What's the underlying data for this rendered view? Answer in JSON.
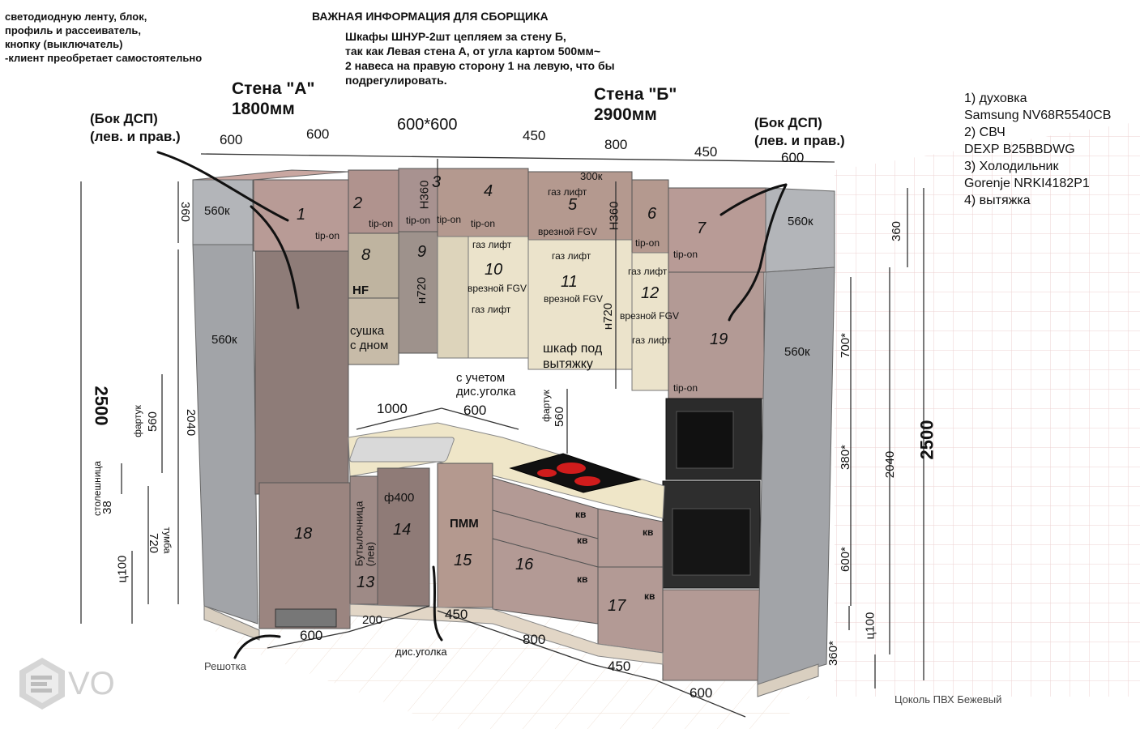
{
  "notes": {
    "left_block": "светодиодную ленту, блок,\nпрофиль и рассеиватель,\nкнопку (выключатель)\n-клиент преобретает самостоятельно",
    "header_title": "ВАЖНАЯ ИНФОРМАЦИЯ ДЛЯ СБОРЩИКА",
    "header_body": "Шкафы ШНУР-2шт цепляем за стену Б,\nтак как Левая стена А, от угла картом 500мм~\n2 навеса на правую сторону 1 на левую, что бы\nподрегулировать."
  },
  "walls": {
    "a": "Стена \"А\"\n1800мм",
    "b": "Стена \"Б\"\n2900мм"
  },
  "side_labels": {
    "left": "(Бок ДСП)\n(лев. и прав.)",
    "right": "(Бок ДСП)\n(лев. и прав.)"
  },
  "appliances": "1) духовка\nSamsung NV68R5540CB\n2) СВЧ\nDEXP B25BBDWG\n3) Холодильник\nGorenje NRKI4182P1\n4) вытяжка",
  "top_dims": {
    "d1": "600",
    "d2": "600",
    "d3": "600*600",
    "d4": "450",
    "d5": "800",
    "d6": "450",
    "d7": "600",
    "d8": "300к"
  },
  "left_dims": {
    "total": "2500",
    "h360": "360",
    "h2040": "2040",
    "apron_label": "фартук",
    "apron_val": "560",
    "counter_label": "столешница",
    "counter_val": "38",
    "base_label": "тумба",
    "base_val": "720",
    "plinth": "ц100"
  },
  "right_dims": {
    "total": "2500",
    "h360": "360",
    "h2040": "2040",
    "h700": "700*",
    "h380": "380*",
    "h600": "600*",
    "plinth": "ц100",
    "h360b": "360*"
  },
  "upper_dims": {
    "n360a": "Н360",
    "n720a": "н720",
    "n360b": "Н360",
    "n720b": "н720"
  },
  "counter_dims": {
    "d1000": "1000",
    "d600": "600",
    "corner_note": "с учетом\nдис.уголка",
    "apron_label": "фартук",
    "apron_val": "560"
  },
  "bottom_dims": {
    "d600a": "600",
    "d200": "200",
    "d450a": "450",
    "corner": "дис.уголка",
    "d800": "800",
    "d450b": "450",
    "d600b": "600"
  },
  "cabinet_numbers": [
    "1",
    "2",
    "3",
    "4",
    "5",
    "6",
    "7",
    "8",
    "9",
    "10",
    "11",
    "12",
    "13",
    "14",
    "15",
    "16",
    "17",
    "18",
    "19"
  ],
  "cabinet_labels": {
    "k560_top_left": "560к",
    "k560_mid_left": "560к",
    "k560_top_right": "560к",
    "k560_mid_right": "560к",
    "tipon": "tip-on",
    "gas": "газ лифт",
    "fgv": "врезной FGV",
    "hf": "HF",
    "dryer": "сушка\nс дном",
    "hood": "шкаф под\nвытяжку",
    "bottle": "Бутылочница\n(лев)",
    "f400": "ф400",
    "pmm": "ПММ",
    "kv": "кв"
  },
  "footer": {
    "grille": "Решотка",
    "plinth": "Цоколь ПВХ Бежевый",
    "logo": "VO"
  },
  "colors": {
    "pink": "#b39a95",
    "beige": "#ebe3cb",
    "grey_side": "#9ea0a4",
    "counter": "#efe6c8",
    "grid": "#e9cfcf",
    "floor": "#eadcca"
  }
}
